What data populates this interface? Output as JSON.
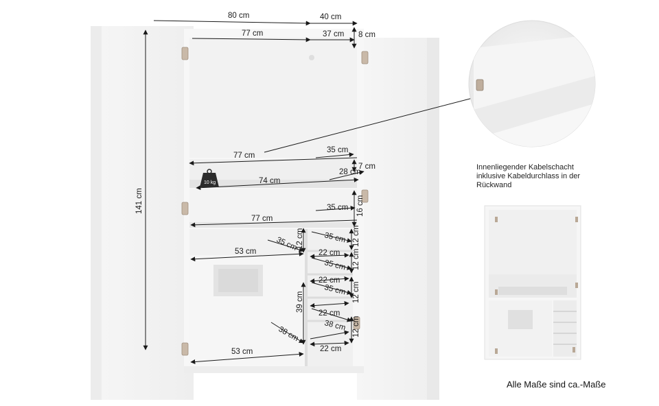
{
  "dimensions": {
    "width_total": "80 cm",
    "depth_total": "40 cm",
    "inner_width_top": "77 cm",
    "inner_depth_top": "37 cm",
    "back_gap": "8 cm",
    "height_total": "141 cm",
    "shelf1_width": "77 cm",
    "shelf1_depth": "35 cm",
    "gap_7": "7 cm",
    "compartment_depth_28": "28 cm",
    "compartment_width_74": "74 cm",
    "load_badge": "10 kg",
    "shelf2_depth": "35 cm",
    "shelf2_height": "16 cm",
    "shelf2_width": "77 cm",
    "left_shelf_width": "53 cm",
    "left_shelf_depth": "35 cm",
    "left_shelf_height": "12 cm",
    "small_1_depth": "35 cm",
    "small_1_height": "12 cm",
    "small_1_width": "22 cm",
    "small_2_depth": "35 cm",
    "small_2_height": "12 cm",
    "small_2_width": "22 cm",
    "small_3_depth": "35 cm",
    "small_3_height": "12 cm",
    "small_3_width": "22 cm",
    "lower_left_height": "39 cm",
    "lower_left_depth": "38 cm",
    "lower_left_width": "53 cm",
    "small_4_depth": "38 cm",
    "small_4_height": "12 cm",
    "bottom_small_width": "22 cm"
  },
  "caption": {
    "line1": "Innenliegender Kabelschacht",
    "line2": "inklusive Kabeldurchlass in der",
    "line3": "Rückwand"
  },
  "footer_note": "Alle Maße sind ca.-Maße",
  "colors": {
    "background": "#ffffff",
    "panel": "#f4f4f4",
    "shadow": "#e6e6e6",
    "line": "#222222",
    "hinge": "#c7b6a6"
  }
}
